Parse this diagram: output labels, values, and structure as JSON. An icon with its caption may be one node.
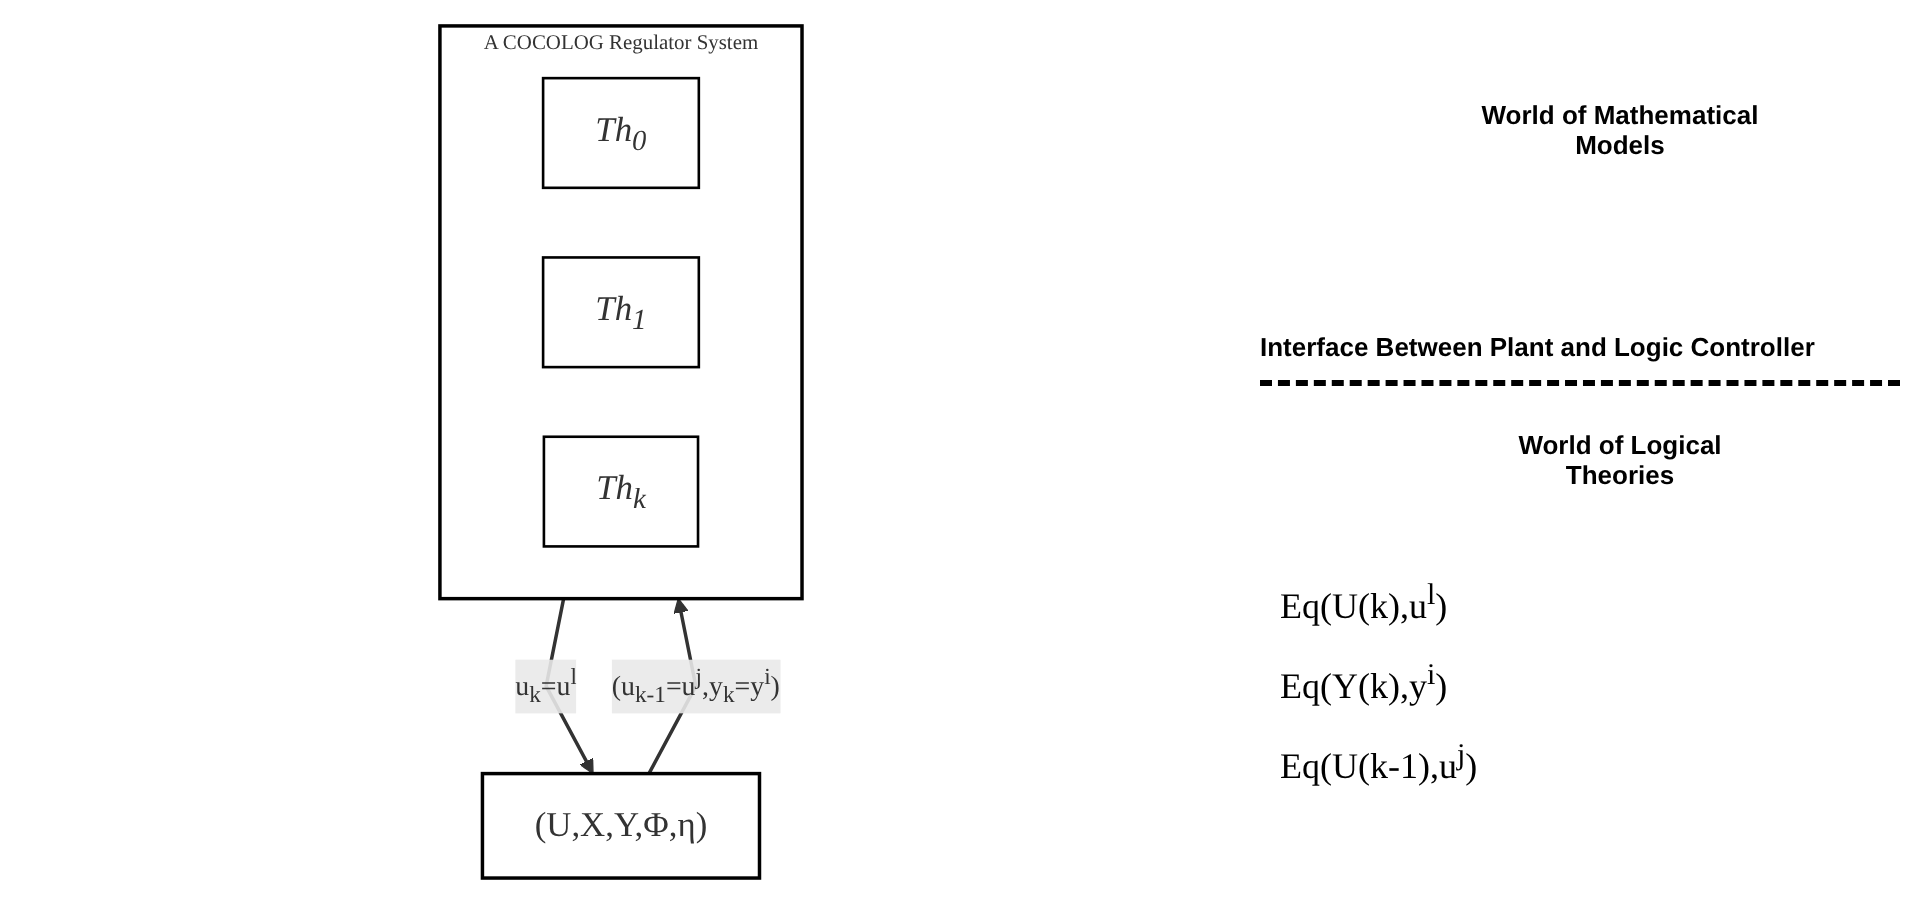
{
  "diagram": {
    "nodes": [
      {
        "text": [
          "(U,X,Y,Φ,η)"
        ]
      },
      {
        "text": [
          "A COCOLOG Regulator System"
        ]
      },
      {
        "text": [
          "Th$_{0}$"
        ],
        "in": 1
      },
      {
        "text": [
          "Th$_{1}$"
        ],
        "in": 1
      },
      {
        "text": [
          "Th$_{k}$"
        ],
        "in": 1
      }
    ],
    "edges": [
      {
        "from": 1,
        "to": 0,
        "arrow": "to",
        "label": "u$_{k}$=u$^{l}$"
      },
      {
        "from": 0,
        "to": 1,
        "arrow": "to",
        "label": "(u$_{k-1}$=u$^{j}$,y$_{k}$=y$^{i}$)"
      }
    ],
    "labels": [
      "World of Mathematical Models",
      "Interface Between Plant and Logic Controller",
      "World of Logical Theories",
      "Eq(U(k),u$^{l}$)",
      "Eq(Y(k),y$^{i}$)",
      "Eq(U(k-1),u$^{j}$)"
    ]
  }
}
